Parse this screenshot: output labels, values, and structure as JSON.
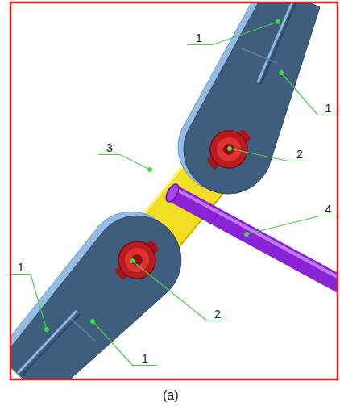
{
  "diagram": {
    "caption": "(a)",
    "labels": [
      "1",
      "1",
      "3",
      "2",
      "4",
      "1",
      "2",
      "1"
    ]
  }
}
